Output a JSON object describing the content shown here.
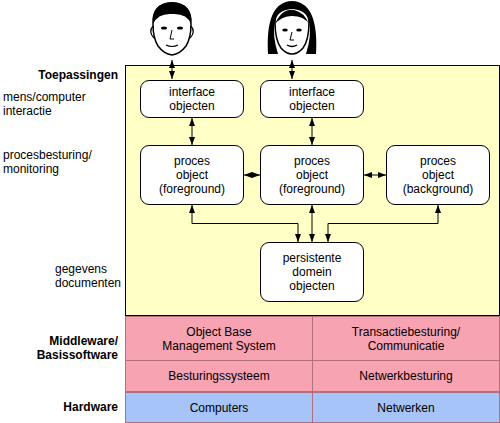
{
  "diagram": {
    "nodes": [
      {
        "text": [
          "interface objecten"
        ]
      },
      {
        "text": [
          "interface objecten"
        ]
      },
      {
        "text": [
          "proces object (foreground)"
        ]
      },
      {
        "text": [
          "proces object (foreground)"
        ]
      },
      {
        "text": [
          "proces object (background)"
        ]
      },
      {
        "text": [
          "persistente domein objecten"
        ]
      },
      {
        "text": [
          "Object Base Management System"
        ]
      },
      {
        "text": [
          "Transactiebesturing/ Communicatie"
        ]
      },
      {
        "text": [
          "Besturingssysteem"
        ]
      },
      {
        "text": [
          "Netwerkbesturing"
        ]
      },
      {
        "text": [
          "Computers"
        ]
      },
      {
        "text": [
          "Netwerken"
        ]
      }
    ],
    "edges": [
      {
        "from": 0,
        "to": 2,
        "arrow": "both"
      },
      {
        "from": 1,
        "to": 3,
        "arrow": "both"
      },
      {
        "from": 2,
        "to": 3,
        "arrow": "both"
      },
      {
        "from": 3,
        "to": 4,
        "arrow": "both"
      },
      {
        "from": 2,
        "to": 5,
        "arrow": "both"
      },
      {
        "from": 3,
        "to": 5,
        "arrow": "both"
      },
      {
        "from": 4,
        "to": 5,
        "arrow": "both"
      }
    ],
    "labels": [
      "Toepassingen",
      "mens/computer interactie",
      "procesbesturing/ monitoring",
      "gegevens documenten",
      "Middleware/ Basissoftware",
      "Hardware"
    ]
  }
}
